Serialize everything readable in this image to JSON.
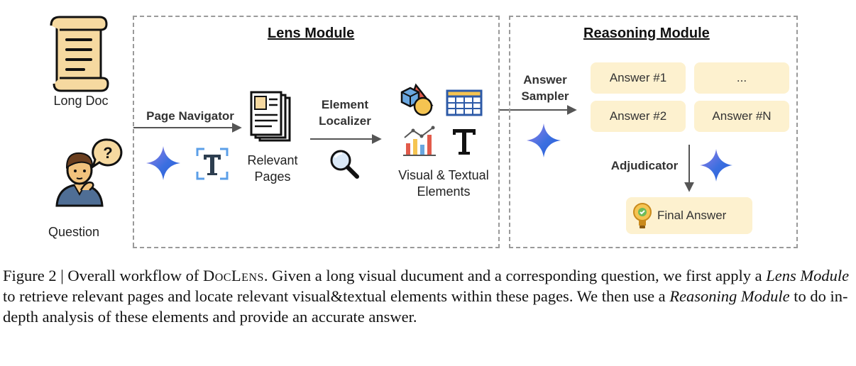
{
  "diagram": {
    "lens_module": {
      "title": "Lens Module"
    },
    "reasoning_module": {
      "title": "Reasoning Module"
    },
    "inputs": {
      "long_doc": "Long Doc",
      "question": "Question"
    },
    "steps": {
      "page_navigator": "Page Navigator",
      "relevant_pages_line1": "Relevant",
      "relevant_pages_line2": "Pages",
      "element_localizer_line1": "Element",
      "element_localizer_line2": "Localizer",
      "visual_textual_line1": "Visual & Textual",
      "visual_textual_line2": "Elements",
      "answer_sampler_line1": "Answer",
      "answer_sampler_line2": "Sampler",
      "adjudicator": "Adjudicator",
      "final_answer": "Final Answer"
    },
    "answers": [
      "Answer #1",
      "...",
      "Answer #2",
      "Answer #N"
    ],
    "icons": [
      "scroll-icon",
      "person-thinking-icon",
      "question-bubble-icon",
      "sparkle-icon",
      "text-scan-icon",
      "document-stack-icon",
      "magnifier-icon",
      "shapes-icon",
      "table-icon",
      "bar-chart-icon",
      "text-t-icon",
      "lightbulb-icon"
    ],
    "colors": {
      "answer_box": "#fdf1cf",
      "sparkle_blue": "#3b6fe0",
      "sparkle_purple": "#9b7fe6",
      "dash": "#9a9a9a"
    }
  },
  "caption": {
    "figure_label": "Figure 2 | Overall workflow of ",
    "model_name": "DocLens",
    "part1": ". Given a long visual ducument and a corresponding question, we first apply a ",
    "lens_module_em": "Lens Module",
    "part2": " to retrieve relevant pages and locate relevant visual&textual elements within these pages. We then use a ",
    "reasoning_module_em": "Reasoning Module",
    "part3": " to do in-depth analysis of these elements and provide an accurate answer."
  }
}
